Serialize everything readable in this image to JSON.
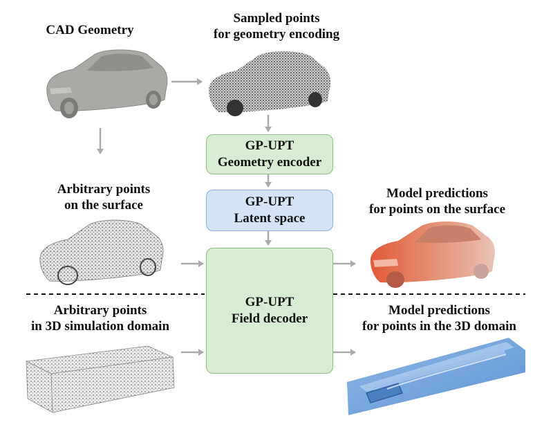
{
  "labels": {
    "cad": "CAD Geometry",
    "sampled_1": "Sampled points",
    "sampled_2": "for geometry encoding",
    "arb_surface_1": "Arbitrary points",
    "arb_surface_2": "on the surface",
    "arb_domain_1": "Arbitrary points",
    "arb_domain_2": "in 3D simulation domain",
    "pred_surface_1": "Model predictions",
    "pred_surface_2": "for points on the surface",
    "pred_domain_1": "Model predictions",
    "pred_domain_2": "for points in the 3D domain"
  },
  "boxes": {
    "encoder": {
      "title": "GP-UPT",
      "subtitle": "Geometry encoder"
    },
    "latent": {
      "title": "GP-UPT",
      "subtitle": "Latent space"
    },
    "decoder": {
      "title": "GP-UPT",
      "subtitle": "Field decoder"
    }
  },
  "colors": {
    "encoder_fill": "#d8ebd3",
    "latent_fill": "#d4e3f6",
    "decoder_fill": "#d8ebd3",
    "arrow": "#aaaaaa",
    "car_gray": "#a9a9a5",
    "prediction_orange": "#e0785a",
    "domain_blue": "#6fa3d9"
  }
}
